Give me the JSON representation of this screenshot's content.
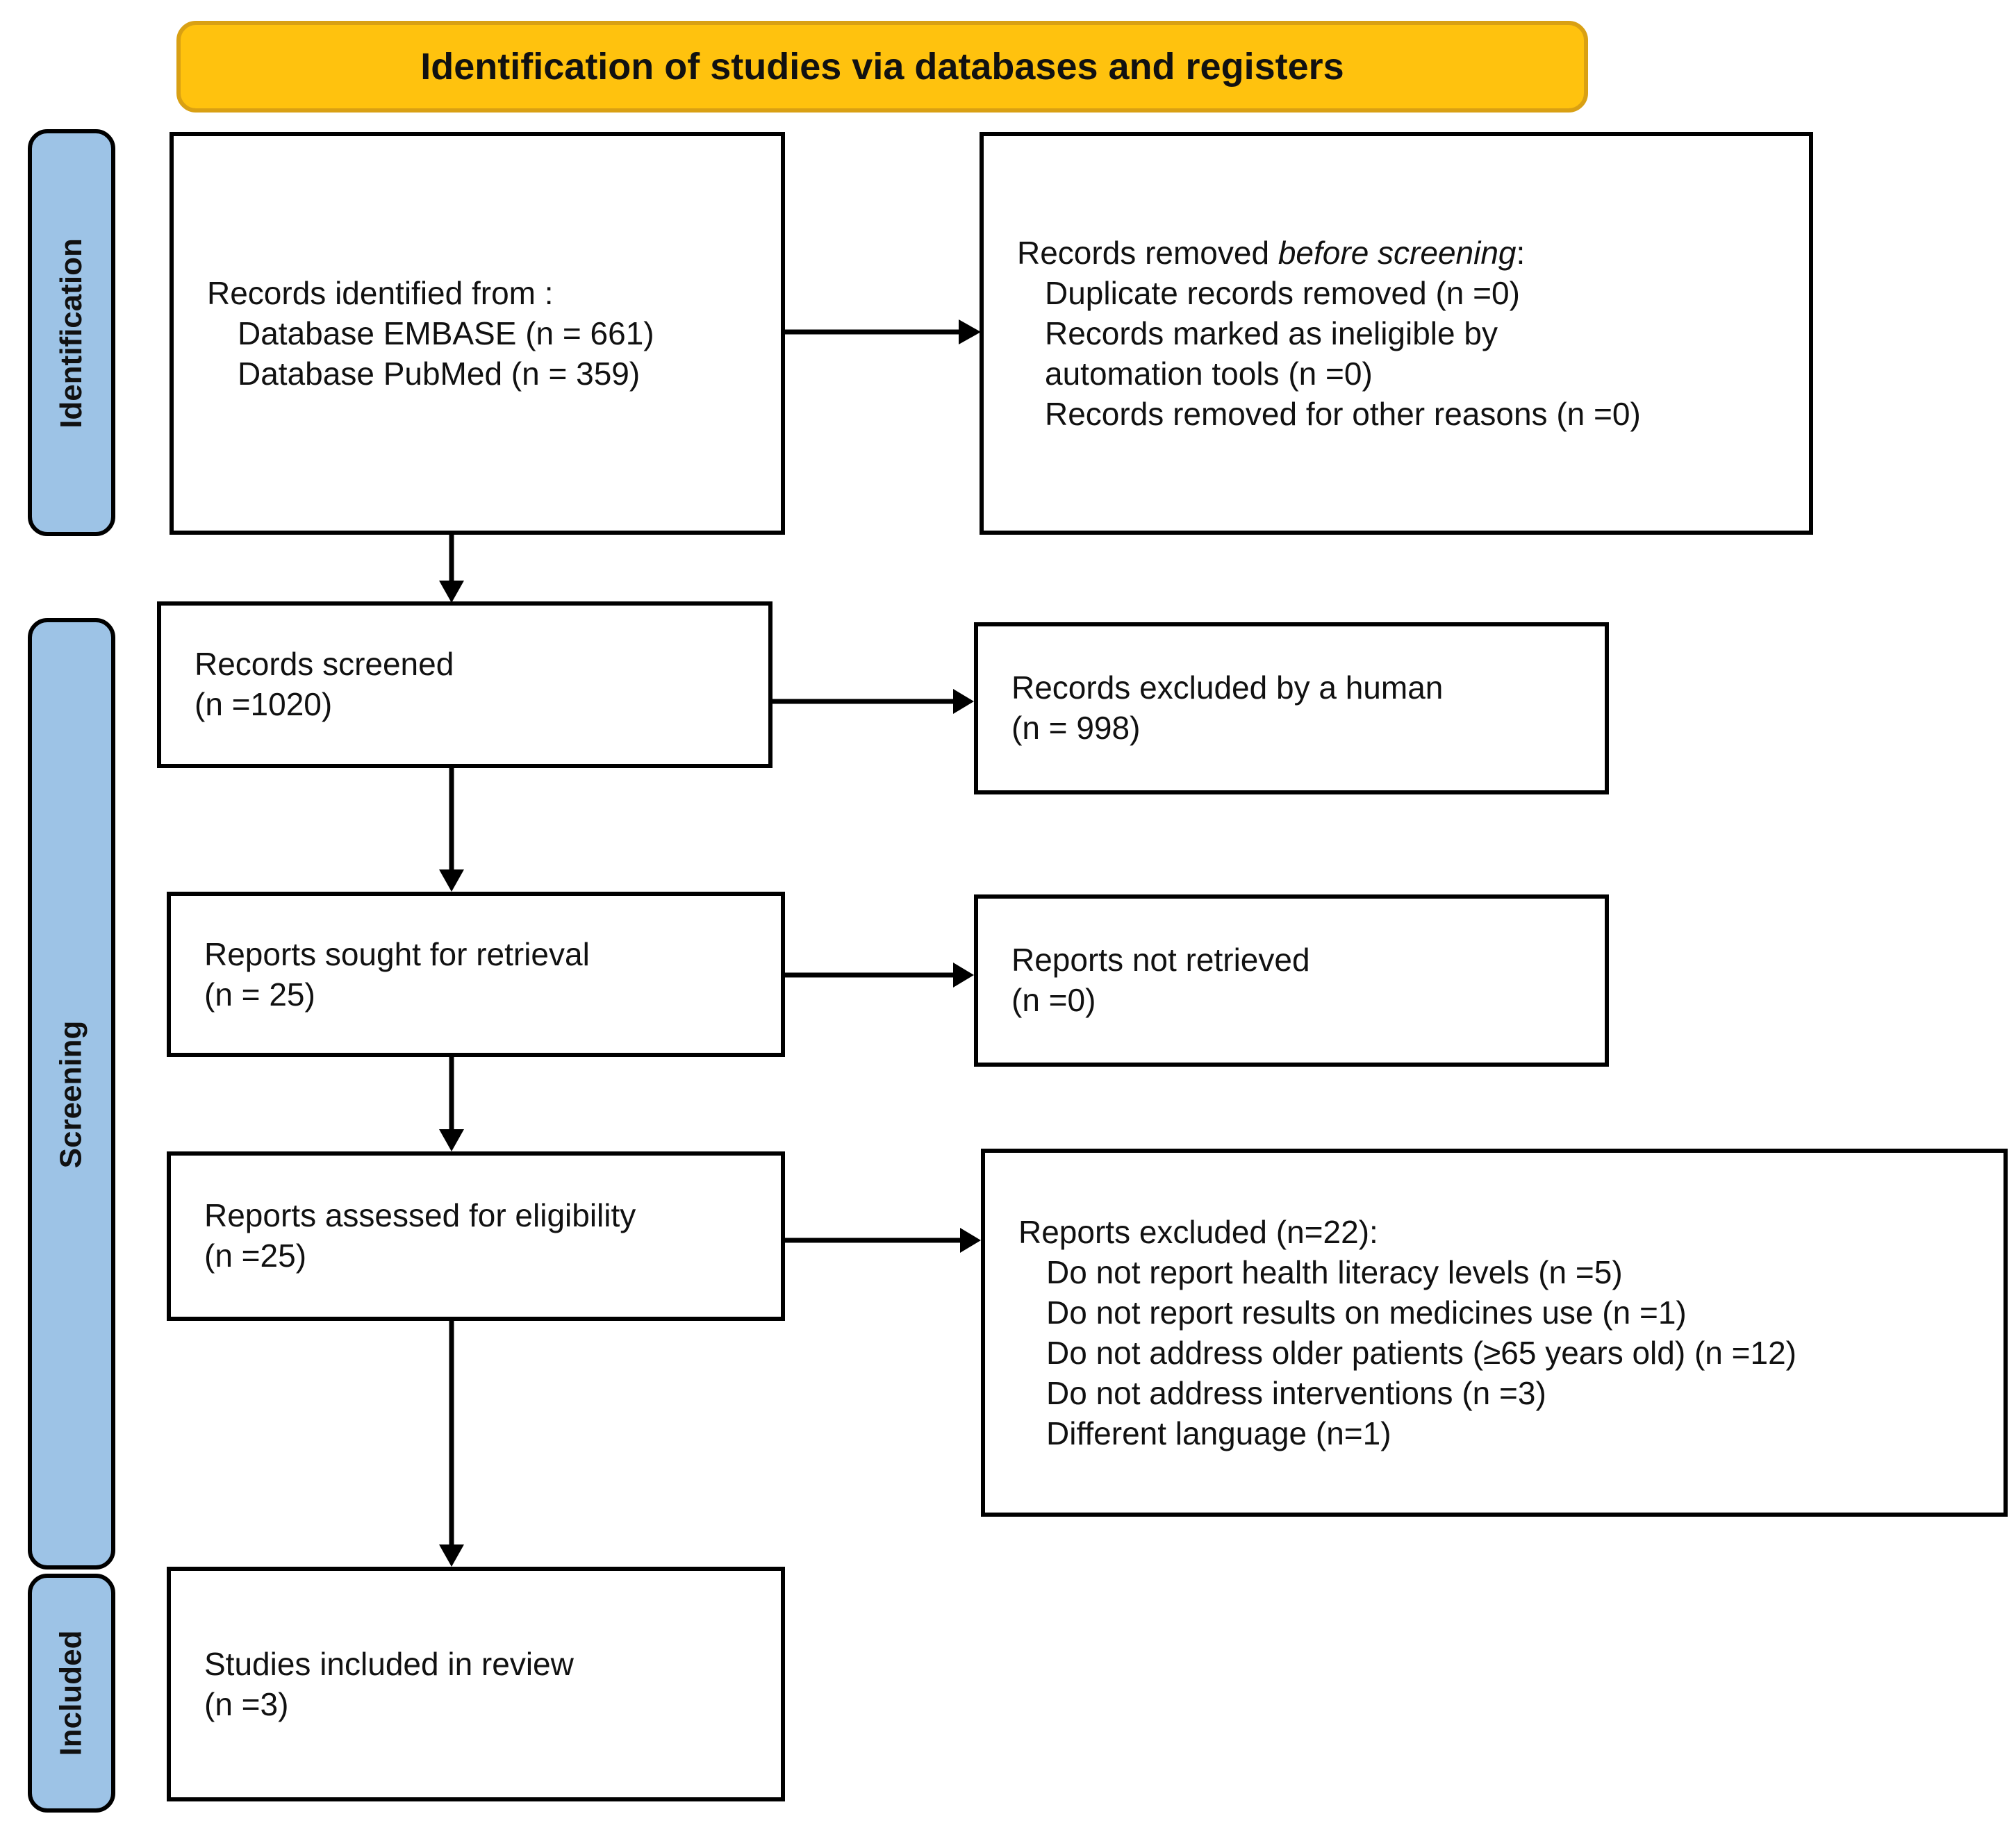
{
  "title": "Identification of studies via databases and registers",
  "sidebar": {
    "identification": "Identification",
    "screening": "Screening",
    "included": "Included"
  },
  "boxes": {
    "records_identified": {
      "line1": "Records identified from :",
      "items": [
        "Database EMBASE (n = 661)",
        "Database PubMed (n = 359)"
      ]
    },
    "records_removed": {
      "prefix": "Records removed ",
      "italic": "before screening",
      "suffix": ":",
      "items": [
        "Duplicate records removed (n =0)",
        "Records marked as ineligible by\nautomation tools (n =0)",
        "Records removed for other reasons (n =0)"
      ]
    },
    "records_screened": {
      "line1": "Records screened",
      "line2": "(n =1020)"
    },
    "records_excluded": {
      "line1": "Records excluded by a human",
      "line2": "(n = 998)"
    },
    "reports_sought": {
      "line1": "Reports sought for retrieval",
      "line2": "(n = 25)"
    },
    "reports_not_retrieved": {
      "line1": "Reports not retrieved",
      "line2": "(n =0)"
    },
    "reports_assessed": {
      "line1": "Reports assessed for eligibility",
      "line2": "(n =25)"
    },
    "reports_excluded": {
      "line1": "Reports excluded (n=22):",
      "items": [
        "Do not report health literacy levels (n =5)",
        "Do not report results on medicines use (n =1)",
        "Do not address older patients (≥65 years old) (n =12)",
        "Do not address interventions (n =3)",
        "Different language (n=1)"
      ]
    },
    "studies_included": {
      "line1": "Studies included in review",
      "line2": "(n =3)"
    }
  },
  "colors": {
    "banner_fill": "#FFC20E",
    "banner_border": "#D9A013",
    "sidebar_fill": "#9DC3E6",
    "line_color": "#000000"
  }
}
